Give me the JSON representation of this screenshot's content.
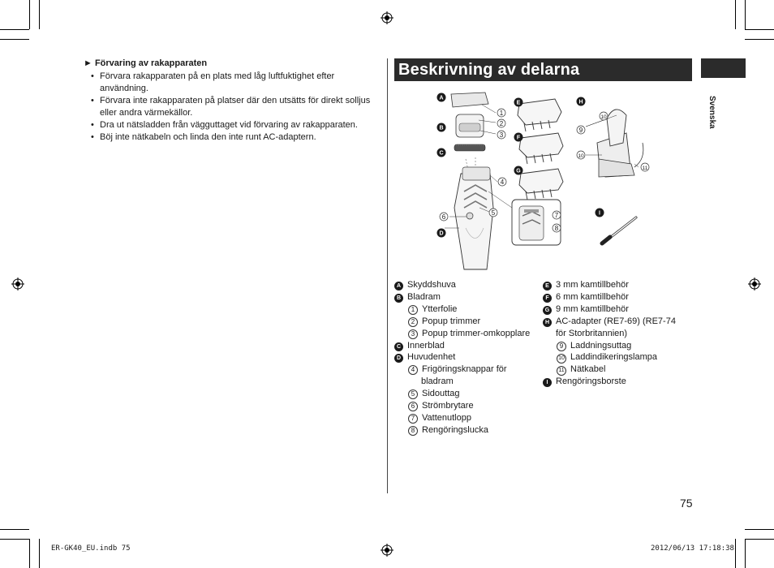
{
  "storage": {
    "title": "Förvaring av rakapparaten",
    "bullets": [
      "Förvara rakapparaten på en plats med låg luftfuktighet efter användning.",
      "Förvara inte rakapparaten på platser där den utsätts för direkt solljus eller andra värmekällor.",
      "Dra ut nätsladden från vägguttaget vid förvaring av rakapparaten.",
      "Böj inte nätkabeln och linda den inte runt AC-adaptern."
    ]
  },
  "section": {
    "heading": "Beskrivning av delarna",
    "language_tab": "Svenska"
  },
  "figure_labels": {
    "A": "A",
    "B": "B",
    "C": "C",
    "D": "D",
    "E": "E",
    "F": "F",
    "G": "G",
    "H": "H",
    "I": "I",
    "n1": "1",
    "n2": "2",
    "n3": "3",
    "n4": "4",
    "n5": "5",
    "n6": "6",
    "n7": "7",
    "n8": "8",
    "n9": "9",
    "n10": "10",
    "n11": "11"
  },
  "parts_left": [
    {
      "marker": "A",
      "type": "letter",
      "text": "Skyddshuva"
    },
    {
      "marker": "B",
      "type": "letter",
      "text": "Bladram"
    },
    {
      "marker": "1",
      "type": "number",
      "text": "Ytterfolie"
    },
    {
      "marker": "2",
      "type": "number",
      "text": "Popup trimmer"
    },
    {
      "marker": "3",
      "type": "number",
      "text": "Popup trimmer-omkopplare"
    },
    {
      "marker": "C",
      "type": "letter",
      "text": "Innerblad"
    },
    {
      "marker": "D",
      "type": "letter",
      "text": "Huvudenhet"
    },
    {
      "marker": "4",
      "type": "number",
      "text": "Frigöringsknappar för"
    },
    {
      "marker": "",
      "type": "cont",
      "text": "bladram"
    },
    {
      "marker": "5",
      "type": "number",
      "text": "Sidouttag"
    },
    {
      "marker": "6",
      "type": "number",
      "text": "Strömbrytare"
    },
    {
      "marker": "7",
      "type": "number",
      "text": "Vattenutlopp"
    },
    {
      "marker": "8",
      "type": "number",
      "text": "Rengöringslucka"
    }
  ],
  "parts_right": [
    {
      "marker": "E",
      "type": "letter",
      "text": "3 mm kamtillbehör"
    },
    {
      "marker": "F",
      "type": "letter",
      "text": "6 mm kamtillbehör"
    },
    {
      "marker": "G",
      "type": "letter",
      "text": "9 mm kamtillbehör"
    },
    {
      "marker": "H",
      "type": "letter",
      "text": "AC-adapter (RE7-69) (RE7-74"
    },
    {
      "marker": "",
      "type": "cont-letter",
      "text": "för Storbritannien)"
    },
    {
      "marker": "9",
      "type": "number",
      "text": "Laddningsuttag"
    },
    {
      "marker": "10",
      "type": "number",
      "text": "Laddindikeringslampa"
    },
    {
      "marker": "11",
      "type": "number",
      "text": "Nätkabel"
    },
    {
      "marker": "I",
      "type": "letter",
      "text": "Rengöringsborste"
    }
  ],
  "page_number": "75",
  "footer": {
    "file": "ER-GK40_EU.indb   75",
    "timestamp": "2012/06/13   17:18:38"
  },
  "icons": [
    "registration-mark-icon",
    "crop-mark-icon"
  ]
}
